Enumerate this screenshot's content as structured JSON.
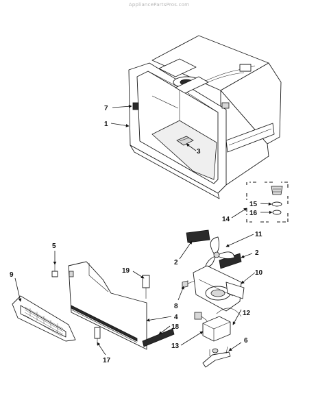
{
  "watermark": "AppliancePartsPros.com",
  "callouts": {
    "c1": "1",
    "c2a": "2",
    "c2b": "2",
    "c3": "3",
    "c4": "4",
    "c5": "5",
    "c6": "6",
    "c7": "7",
    "c8": "8",
    "c9": "9",
    "c10": "10",
    "c11": "11",
    "c12": "12",
    "c13": "13",
    "c14": "14",
    "c15": "15",
    "c16": "16",
    "c17": "17",
    "c18": "18",
    "c19": "19"
  }
}
